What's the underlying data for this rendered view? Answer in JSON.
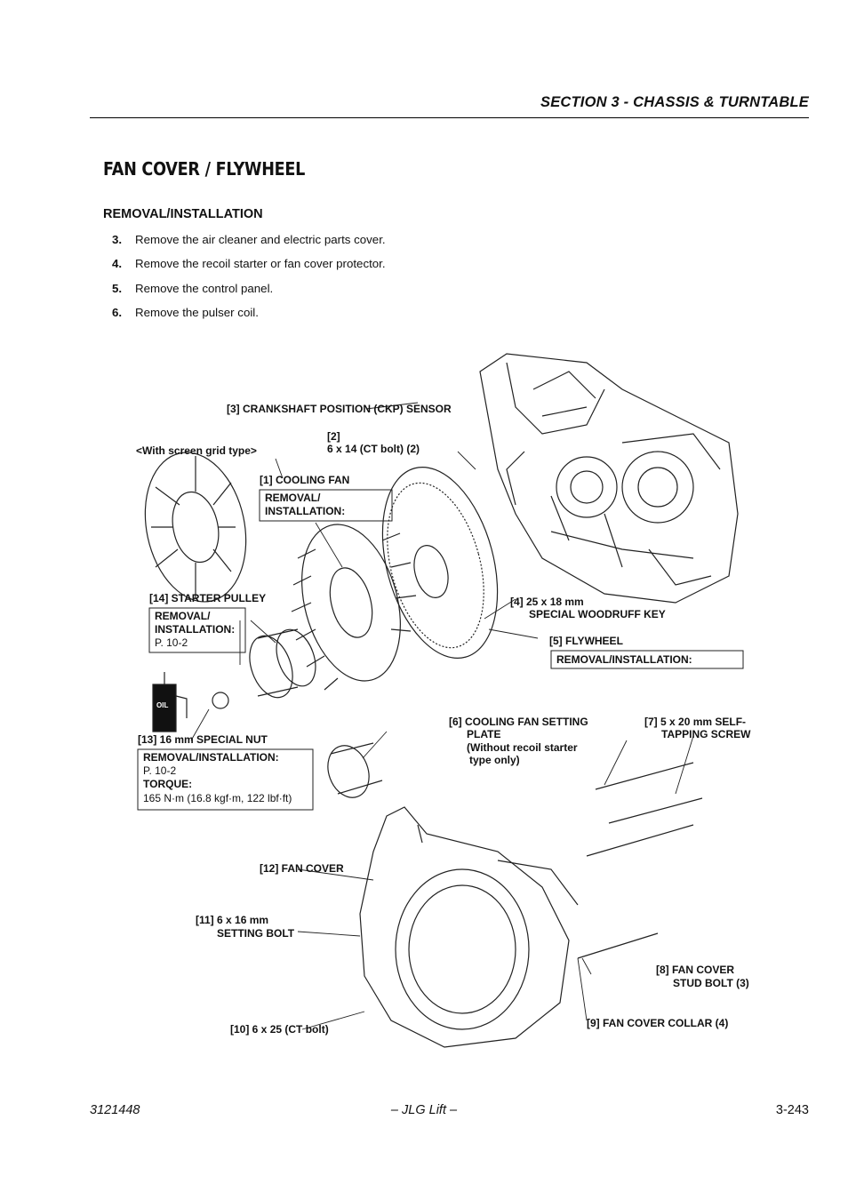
{
  "header": {
    "section": "SECTION 3 - CHASSIS & TURNTABLE"
  },
  "page_title": "FAN COVER / FLYWHEEL",
  "sub_heading": "REMOVAL/INSTALLATION",
  "steps": [
    {
      "num": "3.",
      "text": "Remove the air cleaner and electric parts cover."
    },
    {
      "num": "4.",
      "text": "Remove the recoil starter or fan cover protector."
    },
    {
      "num": "5.",
      "text": "Remove the control panel."
    },
    {
      "num": "6.",
      "text": "Remove the pulser coil."
    }
  ],
  "diagram": {
    "labels": {
      "ckp_sensor": "[3] CRANKSHAFT POSITION (CKP) SENSOR",
      "bolt2_a": "[2]",
      "bolt2_b": "6 x 14 (CT bolt) (2)",
      "screen_grid": "<With screen grid type>",
      "cooling_fan": "[1] COOLING FAN",
      "cooling_fan_box_a": "REMOVAL/",
      "cooling_fan_box_b": "INSTALLATION:",
      "starter_pulley": "[14] STARTER PULLEY",
      "starter_box_a": "REMOVAL/",
      "starter_box_b": "INSTALLATION:",
      "starter_box_c": "P. 10-2",
      "woodruff_a": "[4] 25 x 18 mm",
      "woodruff_b": "SPECIAL WOODRUFF KEY",
      "flywheel": "[5] FLYWHEEL",
      "flywheel_box": "REMOVAL/INSTALLATION:",
      "oil": "OIL",
      "special_nut": "[13] 16 mm SPECIAL NUT",
      "nut_box_a": "REMOVAL/INSTALLATION:",
      "nut_box_b": "P. 10-2",
      "nut_box_c": "TORQUE:",
      "nut_box_d": "165 N·m (16.8 kgf·m, 122 lbf·ft)",
      "setting_plate_a": "[6] COOLING FAN SETTING",
      "setting_plate_b": "PLATE",
      "setting_plate_c": "(Without recoil starter",
      "setting_plate_d": "type only)",
      "screw_a": "[7] 5 x 20 mm SELF-",
      "screw_b": "TAPPING SCREW",
      "fan_cover": "[12] FAN COVER",
      "setting_bolt_a": "[11] 6 x 16 mm",
      "setting_bolt_b": "SETTING BOLT",
      "stud_bolt_a": "[8] FAN COVER",
      "stud_bolt_b": "STUD BOLT (3)",
      "ct_bolt": "[10] 6 x 25 (CT bolt)",
      "collar": "[9] FAN COVER COLLAR (4)"
    }
  },
  "footer": {
    "doc_number": "3121448",
    "brand": "– JLG Lift –",
    "page": "3-243"
  }
}
